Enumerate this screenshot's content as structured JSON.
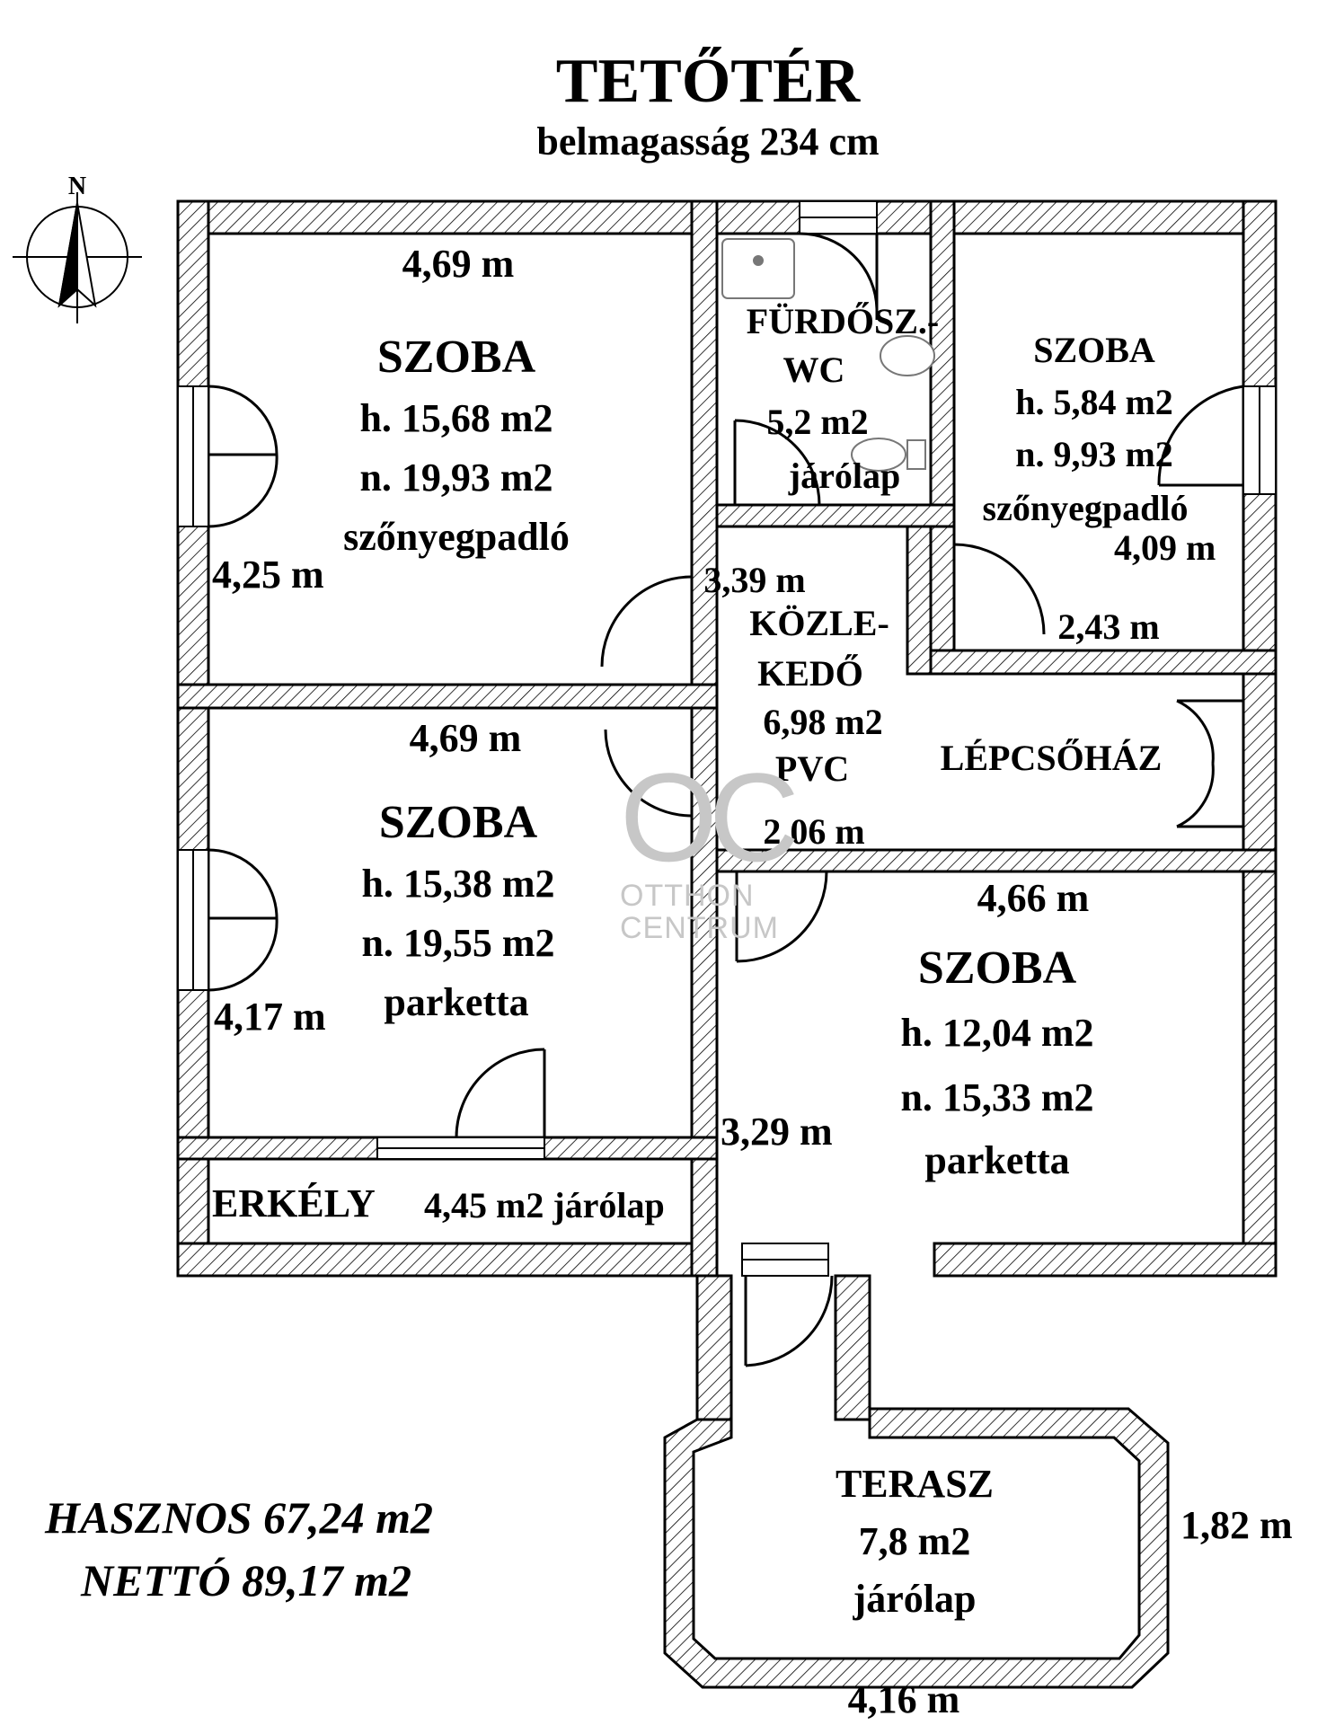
{
  "header": {
    "title": "TETŐTÉR",
    "subtitle": "belmagasság 234 cm"
  },
  "compass": {
    "label": "N",
    "icon": "north-arrow-icon"
  },
  "rooms": {
    "szoba1": {
      "name": "SZOBA",
      "h": "h. 15,68 m2",
      "n": "n. 19,93 m2",
      "floor": "szőnyegpadló",
      "width": "4,69 m",
      "depth": "4,25 m"
    },
    "furdo": {
      "name1": "FÜRDŐSZ.-",
      "name2": "WC",
      "area": "5,2 m2",
      "floor": "járólap"
    },
    "szoba2": {
      "name": "SZOBA",
      "h": "h. 5,84 m2",
      "n": "n. 9,93 m2",
      "floor": "szőnyegpadló",
      "depth": "4,09 m",
      "width": "2,43 m"
    },
    "kozlekedo": {
      "name1": "KÖZLE-",
      "name2": "KEDŐ",
      "area": "6,98 m2",
      "floor": "PVC",
      "depth": "3,39 m",
      "width": "2,06 m"
    },
    "lepcsohaz": {
      "name": "LÉPCSŐHÁZ"
    },
    "szoba3": {
      "name": "SZOBA",
      "h": "h. 15,38 m2",
      "n": "n. 19,55 m2",
      "floor": "parketta",
      "width": "4,69 m",
      "depth": "4,17 m"
    },
    "szoba4": {
      "name": "SZOBA",
      "h": "h. 12,04 m2",
      "n": "n. 15,33 m2",
      "floor": "parketta",
      "width": "4,66 m",
      "depth": "3,29 m"
    },
    "erkely": {
      "name": "ERKÉLY",
      "info": "4,45 m2 járólap"
    },
    "terasz": {
      "name": "TERASZ",
      "area": "7,8 m2",
      "floor": "járólap",
      "depth": "1,82 m",
      "width": "4,16 m"
    }
  },
  "totals": {
    "hasznos": "HASZNOS 67,24 m2",
    "netto": "NETTÓ 89,17 m2"
  },
  "watermark": {
    "mark": "OC",
    "line1": "OTTHON",
    "line2": "CENTRUM"
  },
  "colors": {
    "wall": "#000000",
    "background": "#ffffff",
    "watermark": "#c7c7c7"
  }
}
